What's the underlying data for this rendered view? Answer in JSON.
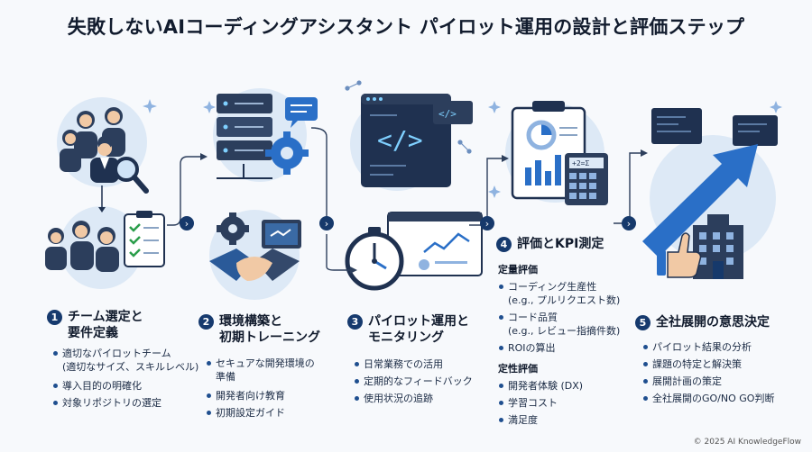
{
  "title": "失敗しないAIコーディングアシスタント パイロット運用の設計と評価ステップ",
  "steps": [
    {
      "num": "1",
      "title_line1": "チーム選定と",
      "title_line2": "要件定義",
      "bullets": [
        "適切なパイロットチーム",
        "(適切なサイズ、スキルレベル)",
        "導入目的の明確化",
        "対象リポジトリの選定"
      ]
    },
    {
      "num": "2",
      "title_line1": "環境構築と",
      "title_line2": "初期トレーニング",
      "bullets": [
        "セキュアな開発環境の",
        "準備",
        "開発者向け教育",
        "初期設定ガイド"
      ]
    },
    {
      "num": "3",
      "title_line1": "パイロット運用と",
      "title_line2": "モニタリング",
      "bullets": [
        "日常業務での活用",
        "定期的なフィードバック",
        "使用状況の追跡"
      ]
    },
    {
      "num": "4",
      "title": "評価とKPI測定",
      "quant_label": "定量評価",
      "quant": [
        "コーディング生産性",
        "(e.g., プルリクエスト数)",
        "コード品質",
        "(e.g., レビュー指摘件数)",
        "ROIの算出"
      ],
      "qual_label": "定性評価",
      "qual": [
        "開発者体験 (DX)",
        "学習コスト",
        "満足度"
      ]
    },
    {
      "num": "5",
      "title": "全社展開の意思決定",
      "bullets": [
        "パイロット結果の分析",
        "課題の特定と解決策",
        "展開計画の策定",
        "全社展開のGO/NO GO判断"
      ]
    }
  ],
  "icons": [
    "team-icon",
    "magnifier-icon",
    "checklist-icon",
    "server-icon",
    "chat-icon",
    "gear-icon",
    "handshake-icon",
    "code-window-icon",
    "stopwatch-icon",
    "dashboard-icon",
    "clipboard-chart-icon",
    "calculator-icon",
    "growth-arrow-icon",
    "thumbs-up-icon",
    "building-icon"
  ],
  "footer": "© 2025 AI KnowledgeFlow",
  "colors": {
    "navy": "#16396b",
    "blue": "#2a6fc7",
    "light": "#dbe9f8",
    "accent": "#3c8de0"
  }
}
